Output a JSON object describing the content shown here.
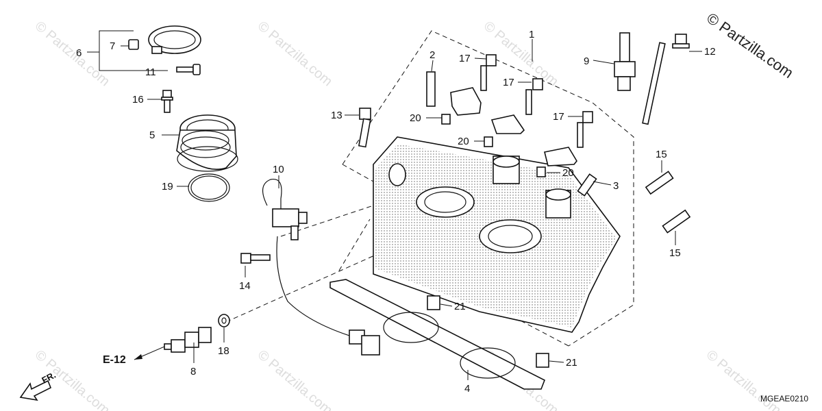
{
  "diagram": {
    "callouts": [
      "1",
      "2",
      "3",
      "4",
      "5",
      "6",
      "7",
      "8",
      "9",
      "10",
      "11",
      "12",
      "13",
      "14",
      "15",
      "15",
      "16",
      "17",
      "17",
      "17",
      "18",
      "19",
      "20",
      "20",
      "20",
      "21",
      "21"
    ],
    "ref_code": "E-12",
    "direction_label": "FR.",
    "drawing_code": "MGEAE0210",
    "copyright": "© Partzilla.com",
    "watermark": "© Partzilla.com"
  }
}
